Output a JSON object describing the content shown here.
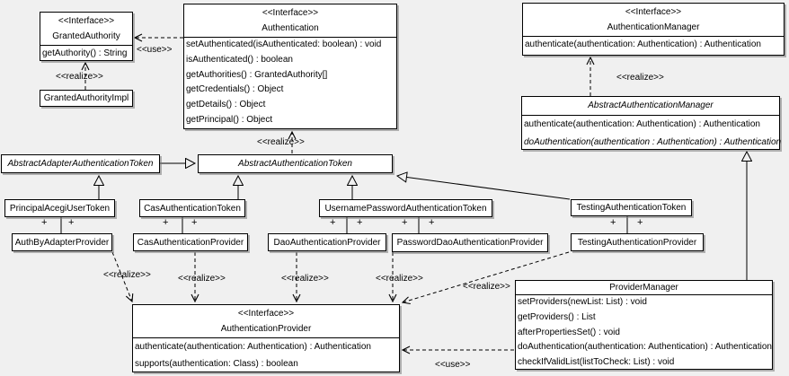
{
  "stereotypes": {
    "interface": "<<Interface>>",
    "realize": "<<realize>>",
    "use": "<<use>>"
  },
  "association_end": "+",
  "colors": {
    "background": "#f0f0f0",
    "box_fill": "#ffffff",
    "line": "#000000"
  },
  "classes": {
    "granted_authority": {
      "stereotype": "<<Interface>>",
      "name": "GrantedAuthority",
      "methods": [
        "getAuthority() : String"
      ]
    },
    "granted_authority_impl": {
      "name": "GrantedAuthorityImpl"
    },
    "authentication": {
      "stereotype": "<<Interface>>",
      "name": "Authentication",
      "methods": [
        "setAuthenticated(isAuthenticated: boolean) : void",
        "isAuthenticated() : boolean",
        "getAuthorities() : GrantedAuthority[]",
        "getCredentials() : Object",
        "getDetails() : Object",
        "getPrincipal() : Object"
      ]
    },
    "authentication_manager": {
      "stereotype": "<<Interface>>",
      "name": "AuthenticationManager",
      "methods": [
        "authenticate(authentication: Authentication) : Authentication"
      ]
    },
    "abstract_authentication_manager": {
      "name": "AbstractAuthenticationManager",
      "methods": [
        "authenticate(authentication: Authentication) : Authentication",
        "doAuthentication(authentication : Authentication) : Authentication"
      ]
    },
    "abstract_adapter_authentication_token": {
      "name": "AbstractAdapterAuthenticationToken"
    },
    "abstract_authentication_token": {
      "name": "AbstractAuthenticationToken"
    },
    "principal_acegi_user_token": {
      "name": "PrincipalAcegiUserToken"
    },
    "cas_authentication_token": {
      "name": "CasAuthenticationToken"
    },
    "username_password_authentication_token": {
      "name": "UsernamePasswordAuthenticationToken"
    },
    "testing_authentication_token": {
      "name": "TestingAuthenticationToken"
    },
    "auth_by_adapter_provider": {
      "name": "AuthByAdapterProvider"
    },
    "cas_authentication_provider": {
      "name": "CasAuthenticationProvider"
    },
    "dao_authentication_provider": {
      "name": "DaoAuthenticationProvider"
    },
    "password_dao_authentication_provider": {
      "name": "PasswordDaoAuthenticationProvider"
    },
    "testing_authentication_provider": {
      "name": "TestingAuthenticationProvider"
    },
    "authentication_provider": {
      "stereotype": "<<Interface>>",
      "name": "AuthenticationProvider",
      "methods": [
        "authenticate(authentication: Authentication) : Authentication",
        "supports(authentication: Class) : boolean"
      ]
    },
    "provider_manager": {
      "name": "ProviderManager",
      "methods": [
        "setProviders(newList: List) : void",
        "getProviders() : List",
        "afterPropertiesSet() : void",
        "doAuthentication(authentication: Authentication) : Authentication",
        "checkIfValidList(listToCheck: List) : void"
      ]
    }
  }
}
